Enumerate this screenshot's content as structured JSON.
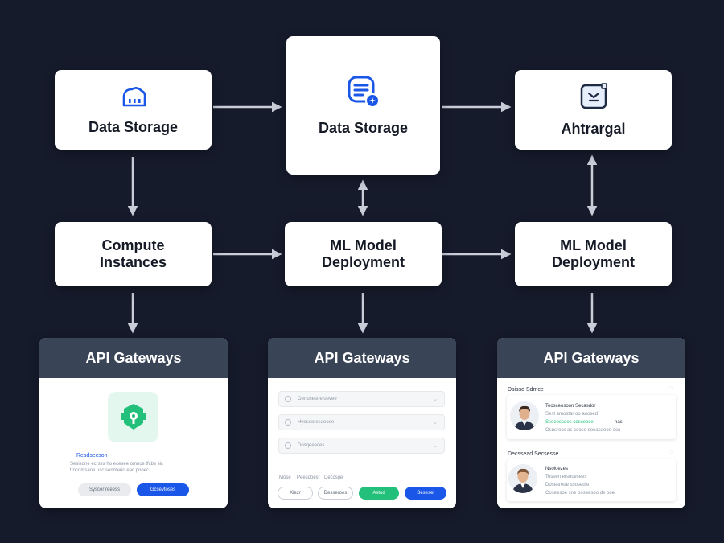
{
  "nodes": {
    "top_left": {
      "label": "Data Storage",
      "icon": "cloud-server-icon"
    },
    "top_center": {
      "label": "Data Storage",
      "icon": "document-badge-icon"
    },
    "top_right": {
      "label": "Ahtrargal",
      "icon": "monitor-icon"
    },
    "mid_left": {
      "label": "Compute\nInstances"
    },
    "mid_center": {
      "label": "ML Model\nDeployment"
    },
    "mid_right": {
      "label": "ML Model\nDeployment"
    }
  },
  "panels": {
    "left": {
      "title": "API Gateways",
      "icon": "gateway-icon",
      "link_text": "Resdsecson",
      "desc_line1": "Sesisone ecrsss ho ecesee omnce tfcbs sic",
      "desc_line2": "trocdmsaoe usc senmerio eac pnoec",
      "secondary_button": "Syscer reeess",
      "primary_button": "Gcsevtoses"
    },
    "center": {
      "title": "API Gateways",
      "fields": [
        "Oenosesne oevee",
        "Hyoseoresaeoee",
        "Dosqeeeces"
      ],
      "tabs": [
        "Mose",
        "Peesdoesr",
        "Deccsge"
      ],
      "buttons": [
        "Xlezr",
        "Desseroes",
        "Astod",
        "Besesei"
      ]
    },
    "right": {
      "title": "API Gateways",
      "section1": {
        "heading": "Dsissd Sdmce",
        "name": "Teosceosoon Secasdor",
        "line1": "Sest amostar oo aoosed",
        "line2_green": "Sseeessdes cesceese",
        "line2_tag": "nas",
        "line3": "Osnsrecs as ceose soeacaeoe oco"
      },
      "section2": {
        "heading": "Decssead Secsesse",
        "name": "Nsoloezes",
        "line1": "Tossen ersocesees",
        "line2": "Dosesrede ssosedle",
        "line3": "Coseesoe sne ooseesoo de ooe"
      }
    }
  },
  "colors": {
    "background": "#161b2c",
    "arrow": "#c8cdd8",
    "icon_blue": "#1a56e8",
    "primary_blue": "#1a56e8",
    "green": "#22c07a",
    "panel_header": "#3a4457"
  }
}
